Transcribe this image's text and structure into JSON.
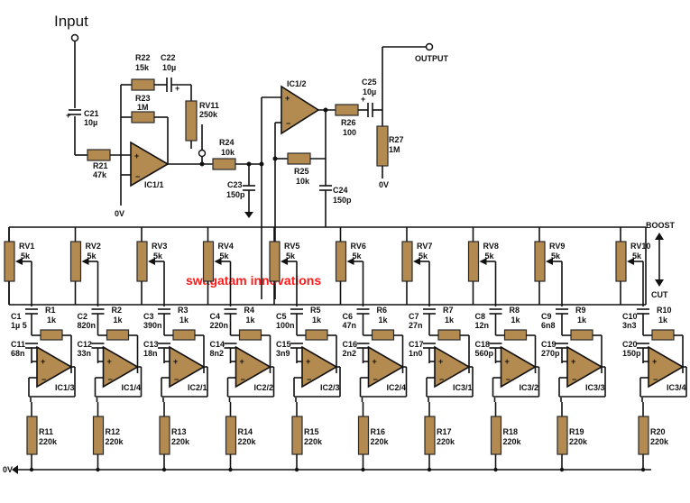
{
  "title": "Input",
  "output_label": "OUTPUT",
  "ground_label": "0V",
  "boost_label": "BOOST",
  "cut_label": "CUT",
  "watermark": "swagatam innovations",
  "top": {
    "c21": {
      "name": "C21",
      "value": "10µ"
    },
    "r21": {
      "name": "R21",
      "value": "47k"
    },
    "r22": {
      "name": "R22",
      "value": "15k"
    },
    "c22": {
      "name": "C22",
      "value": "10µ"
    },
    "r23": {
      "name": "R23",
      "value": "1M"
    },
    "rv11": {
      "name": "RV11",
      "value": "250k"
    },
    "ic11": "IC1/1",
    "r24": {
      "name": "R24",
      "value": "10k"
    },
    "c23": {
      "name": "C23",
      "value": "150p"
    },
    "ic12": "IC1/2",
    "r25": {
      "name": "R25",
      "value": "10k"
    },
    "c24": {
      "name": "C24",
      "value": "150p"
    },
    "r26": {
      "name": "R26",
      "value": "100"
    },
    "c25": {
      "name": "C25",
      "value": "10µ"
    },
    "r27": {
      "name": "R27",
      "value": "1M"
    },
    "gnd1": "0V",
    "gnd2": "0V",
    "gnd3": "0V",
    "gnd4": "0V"
  },
  "bands": [
    {
      "rv": "RV1",
      "rv_val": "5k",
      "ca": "C1",
      "ca_val": "1µ 5",
      "r": "R1",
      "r_val": "1k",
      "cb": "C11",
      "cb_val": "68n",
      "ic": "IC1/3",
      "rg": "R11",
      "rg_val": "220k"
    },
    {
      "rv": "RV2",
      "rv_val": "5k",
      "ca": "C2",
      "ca_val": "820n",
      "r": "R2",
      "r_val": "1k",
      "cb": "C12",
      "cb_val": "33n",
      "ic": "IC1/4",
      "rg": "R12",
      "rg_val": "220k"
    },
    {
      "rv": "RV3",
      "rv_val": "5k",
      "ca": "C3",
      "ca_val": "390n",
      "r": "R3",
      "r_val": "1k",
      "cb": "C13",
      "cb_val": "18n",
      "ic": "IC2/1",
      "rg": "R13",
      "rg_val": "220k"
    },
    {
      "rv": "RV4",
      "rv_val": "5k",
      "ca": "C4",
      "ca_val": "220n",
      "r": "R4",
      "r_val": "1k",
      "cb": "C14",
      "cb_val": "8n2",
      "ic": "IC2/2",
      "rg": "R14",
      "rg_val": "220k"
    },
    {
      "rv": "RV5",
      "rv_val": "5k",
      "ca": "C5",
      "ca_val": "100n",
      "r": "R5",
      "r_val": "1k",
      "cb": "C15",
      "cb_val": "3n9",
      "ic": "IC2/3",
      "rg": "R15",
      "rg_val": "220k"
    },
    {
      "rv": "RV6",
      "rv_val": "5k",
      "ca": "C6",
      "ca_val": "47n",
      "r": "R6",
      "r_val": "1k",
      "cb": "C16",
      "cb_val": "2n2",
      "ic": "IC2/4",
      "rg": "R16",
      "rg_val": "220k"
    },
    {
      "rv": "RV7",
      "rv_val": "5k",
      "ca": "C7",
      "ca_val": "27n",
      "r": "R7",
      "r_val": "1k",
      "cb": "C17",
      "cb_val": "1n0",
      "ic": "IC3/1",
      "rg": "R17",
      "rg_val": "220k"
    },
    {
      "rv": "RV8",
      "rv_val": "5k",
      "ca": "C8",
      "ca_val": "12n",
      "r": "R8",
      "r_val": "1k",
      "cb": "C18",
      "cb_val": "560p",
      "ic": "IC3/2",
      "rg": "R18",
      "rg_val": "220k"
    },
    {
      "rv": "RV9",
      "rv_val": "5k",
      "ca": "C9",
      "ca_val": "6n8",
      "r": "R9",
      "r_val": "1k",
      "cb": "C19",
      "cb_val": "270p",
      "ic": "IC3/3",
      "rg": "R19",
      "rg_val": "220k"
    },
    {
      "rv": "RV10",
      "rv_val": "5k",
      "ca": "C10",
      "ca_val": "3n3",
      "r": "R10",
      "r_val": "1k",
      "cb": "C20",
      "cb_val": "150p",
      "ic": "IC3/4",
      "rg": "R20",
      "rg_val": "220k"
    }
  ]
}
